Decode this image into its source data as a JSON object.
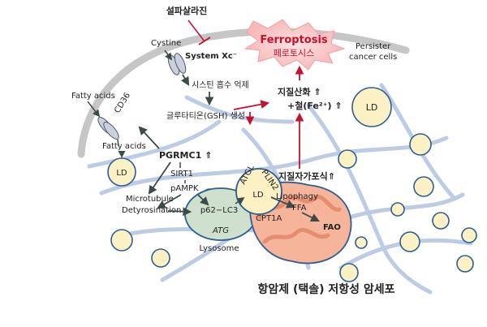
{
  "title_ko": "항암제 (택솔) 저항성 암세포",
  "ferroptosis": {
    "label": "Ferroptosis",
    "label_ko": "페로토시스"
  },
  "persister": {
    "line1": "Persister",
    "line2": "cancer cells"
  },
  "drug": {
    "label": "설파살라진"
  },
  "transport": {
    "cystine": "Cystine",
    "system_xc": "System Xc⁻"
  },
  "steps": {
    "cystine_uptake": "시스틴 흡수 억제",
    "gsh": "글루타티온(GSH) 생성",
    "lipid_oxidation": "지질산화",
    "fe": "+철(Fe²⁺)",
    "lipid_peroxidation": "지질자가포식"
  },
  "lipids": {
    "fatty_acids_outer": "Fatty acids",
    "cd36": "CD36",
    "fatty_acids_inner": "Fatty acids",
    "ld": "LD"
  },
  "proteins": {
    "pgrmc1": "PGRMC1",
    "sirt1": "SIRT1",
    "pampk": "pAMPK",
    "microtubule1": "Microtubule",
    "microtubule2": "Detyrosination",
    "p62_lc3": "p62−LC3",
    "atg": "ATG",
    "lysosome": "Lysosome",
    "atgl": "ATGL",
    "plin2": "PLIN2",
    "lipophagy": "Lipophagy",
    "ffa": "FFA",
    "cpt1a": "CPT1A",
    "fao": "FAO"
  },
  "colors": {
    "red": "#c8102e",
    "arrow": "#3d4a4a",
    "network": "#aebfdf",
    "ld_fill": "#fbf1c5",
    "lyso_fill": "#cfe0cf",
    "mito_fill": "#f6b59b",
    "mito_stroke": "#2e5d94"
  }
}
